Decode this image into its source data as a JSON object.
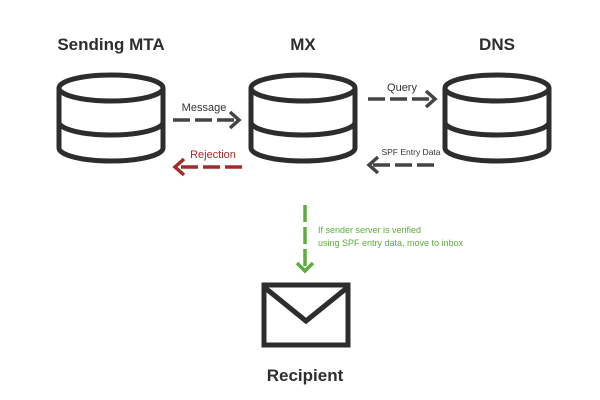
{
  "nodes": {
    "sending_mta": {
      "label": "Sending MTA",
      "icon": "database-icon"
    },
    "mx": {
      "label": "MX",
      "icon": "database-icon"
    },
    "dns": {
      "label": "DNS",
      "icon": "database-icon"
    },
    "recipient": {
      "label": "Recipient",
      "icon": "envelope-icon"
    }
  },
  "edges": {
    "message": {
      "label": "Message",
      "from": "Sending MTA",
      "to": "MX"
    },
    "rejection": {
      "label": "Rejection",
      "from": "MX",
      "to": "Sending MTA"
    },
    "query": {
      "label": "Query",
      "from": "MX",
      "to": "DNS"
    },
    "spf_entry_data": {
      "label": "SPF Entry Data",
      "from": "DNS",
      "to": "MX"
    },
    "verified": {
      "from": "MX",
      "to": "Recipient",
      "label_lines": [
        "If sender server is verified",
        "using SPF entry data, move to inbox"
      ]
    }
  },
  "colors": {
    "stroke": "#2d2d2d",
    "rejection": "#a52a2a",
    "verified": "#5cad3c",
    "text": "#2e2e2e"
  }
}
